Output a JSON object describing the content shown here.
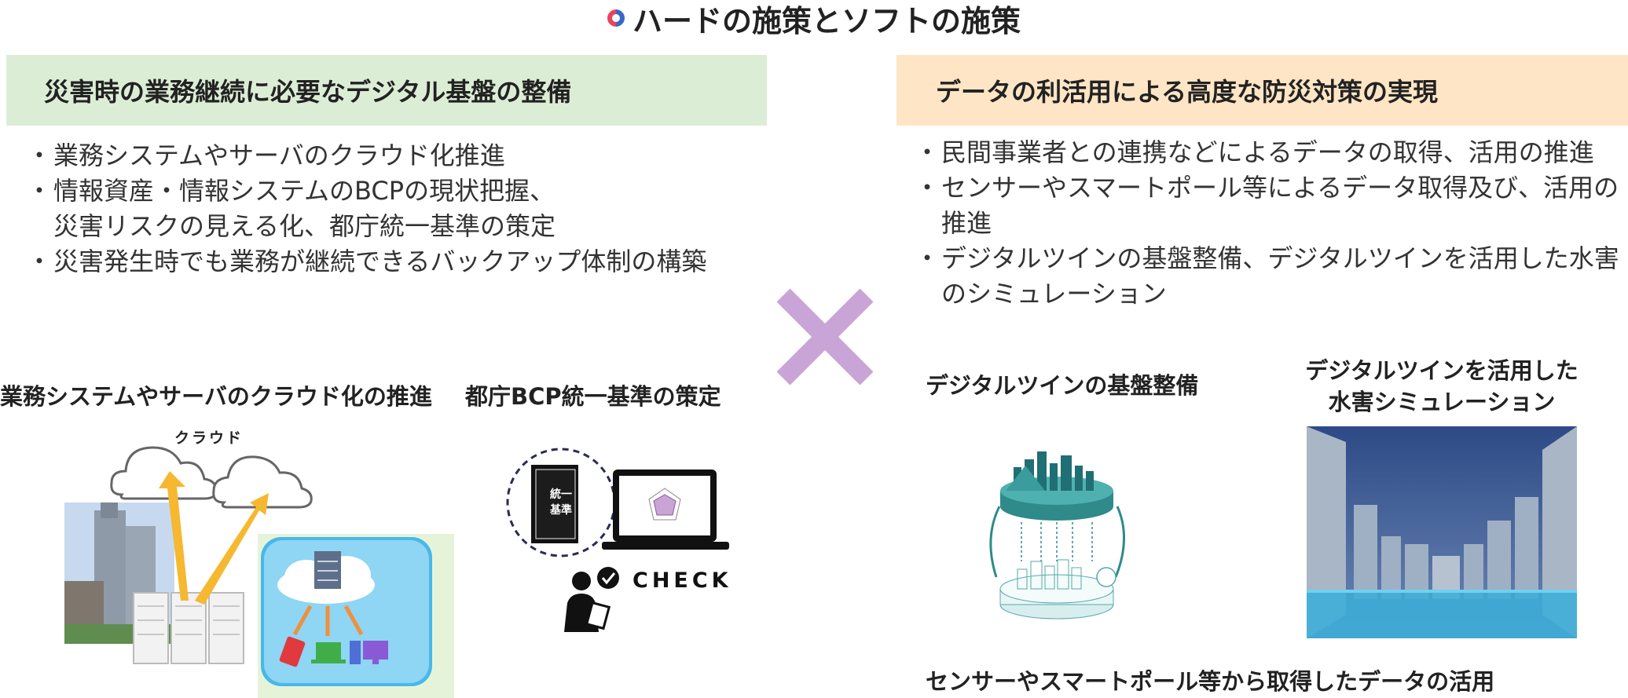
{
  "title": "ハードの施策とソフトの施策",
  "colors": {
    "left_band": "#dcedd6",
    "right_band": "#fde5c5",
    "cross": "#c9a4d6",
    "title_mark_primary": "#e9445f",
    "title_mark_secondary": "#3a67c7"
  },
  "left": {
    "heading": "災害時の業務継続に必要なデジタル基盤の整備",
    "bullets": [
      "業務システムやサーバのクラウド化推進",
      "情報資産・情報システムのBCPの現状把握、",
      "災害リスクの見える化、都庁統一基準の策定",
      "災害発生時でも業務が継続できるバックアップ体制の構築"
    ],
    "captions": {
      "cloud": "業務システムやサーバのクラウド化の推進",
      "bcp": "都庁BCP統一基準の策定"
    },
    "illustration_text": {
      "cloud_label": "クラウド",
      "book_label": "統一基準",
      "check_label": "CHECK"
    }
  },
  "right": {
    "heading": "データの利活用による高度な防災対策の実現",
    "bullets": [
      "民間事業者との連携などによるデータの取得、活用の推進",
      "センサーやスマートポール等によるデータ取得及び、活用の推進",
      "デジタルツインの基盤整備、デジタルツインを活用した水害のシミュレーション"
    ],
    "captions": {
      "twin": "デジタルツインの基盤整備",
      "sim_line1": "デジタルツインを活用した",
      "sim_line2": "水害シミュレーション",
      "bottom": "センサーやスマートポール等から取得したデータの活用"
    }
  },
  "icons": [
    "title-ring-icon",
    "cross-multiply-icon",
    "cloud-icon",
    "server-rack-icon",
    "smartphone-icon",
    "laptop-icon",
    "desktop-icon",
    "book-icon",
    "checkmark-icon",
    "person-icon"
  ]
}
